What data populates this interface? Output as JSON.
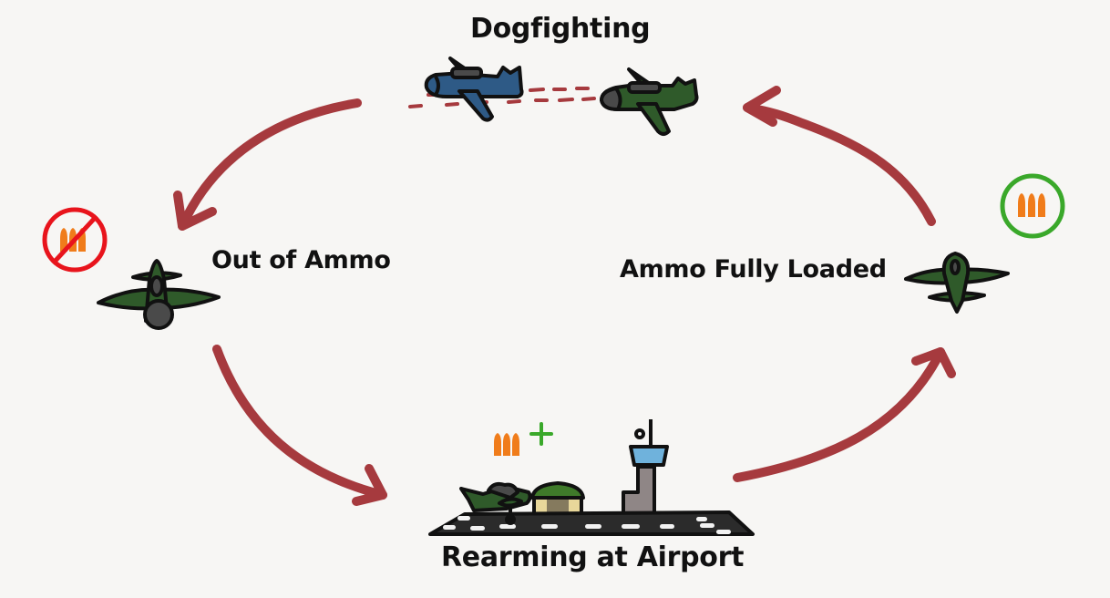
{
  "diagram": {
    "title": "Dogfighting cycle",
    "nodes": {
      "dogfighting": {
        "label": "Dogfighting"
      },
      "out_of_ammo": {
        "label": "Out of Ammo"
      },
      "rearming": {
        "label": "Rearming at Airport"
      },
      "fully_loaded": {
        "label": "Ammo Fully Loaded"
      }
    },
    "edges": [
      {
        "from": "dogfighting",
        "to": "out_of_ammo"
      },
      {
        "from": "out_of_ammo",
        "to": "rearming"
      },
      {
        "from": "rearming",
        "to": "fully_loaded"
      },
      {
        "from": "fully_loaded",
        "to": "dogfighting"
      }
    ],
    "icons": {
      "no_ammo": "no-ammo-icon",
      "full_ammo": "full-ammo-icon",
      "ammo_plus": "ammo-plus-icon"
    }
  },
  "colors": {
    "arrow": "#a63a3e",
    "plane_green": "#2f5a2a",
    "plane_blue": "#2e5a86",
    "cockpit": "#4a4a4a",
    "ammo": "#f07c1a",
    "no_circle": "#e8141c",
    "ok_circle": "#3aa82a",
    "runway": "#2b2b2b",
    "tower": "#8f8686",
    "tower_glass": "#6fb2dc",
    "hangar_roof": "#3f7a2a",
    "hangar_wall": "#e8d79a",
    "background": "#f7f6f4"
  }
}
